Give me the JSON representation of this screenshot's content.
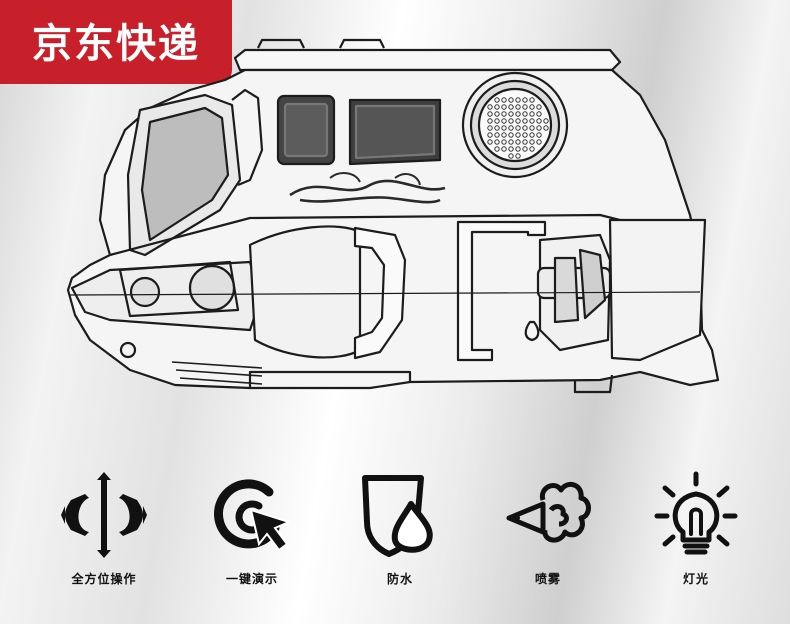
{
  "badge": {
    "text": "京东快递",
    "color": "#c8202a"
  },
  "features": [
    {
      "label": "全方位操作",
      "icon": "omnidirectional-arrows-icon"
    },
    {
      "label": "一键演示",
      "icon": "one-click-demo-cursor-icon"
    },
    {
      "label": "防水",
      "icon": "waterproof-shield-drop-icon"
    },
    {
      "label": "喷雾",
      "icon": "spray-mist-icon"
    },
    {
      "label": "灯光",
      "icon": "light-bulb-icon"
    }
  ]
}
